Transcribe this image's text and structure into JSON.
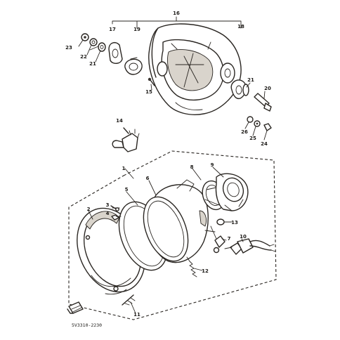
{
  "diagram": {
    "callouts": {
      "c1": "1",
      "c2": "2",
      "c3": "3",
      "c4": "4",
      "c5": "5",
      "c6": "6",
      "c7": "7",
      "c8": "8",
      "c9": "9",
      "c10": "10",
      "c11": "11",
      "c12": "12",
      "c13": "13",
      "c14": "14",
      "c15": "15",
      "c16": "16",
      "c17": "17",
      "c18": "18",
      "c19": "19",
      "c20": "20",
      "c21a": "21",
      "c21b": "21",
      "c22": "22",
      "c23": "23",
      "c24": "24",
      "c25": "25",
      "c26": "26"
    },
    "part_code": "5V3310-2230"
  }
}
